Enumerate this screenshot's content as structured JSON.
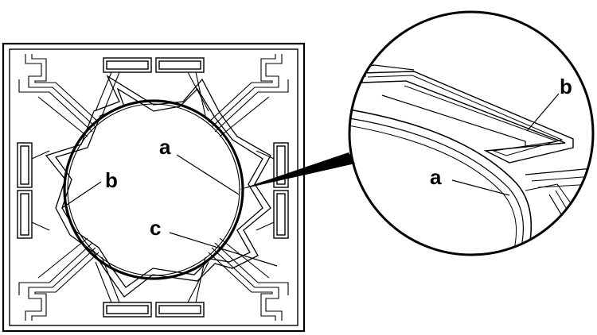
{
  "figure": {
    "labels": {
      "a_main": "a",
      "b_main": "b",
      "c_main": "c",
      "a_zoom": "a",
      "b_zoom": "b"
    },
    "colors": {
      "line": "#000000",
      "background": "#ffffff"
    }
  }
}
